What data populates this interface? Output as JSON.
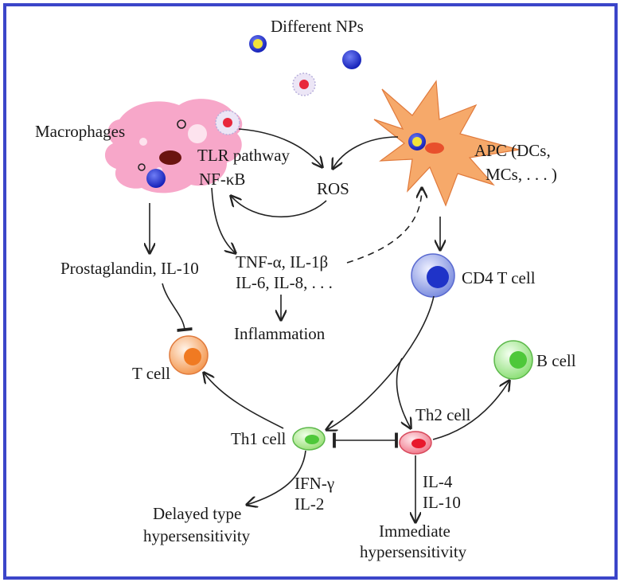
{
  "nanoparticles": {
    "label": "Different NPs"
  },
  "macrophage": {
    "label": "Macrophages",
    "pathway_line1": "TLR pathway",
    "pathway_line2": "NF-κB"
  },
  "apc": {
    "label_line1": "APC (DCs,",
    "label_line2": "MCs, . . . )"
  },
  "ros": {
    "label": "ROS"
  },
  "cytokines": {
    "line1": "TNF-α, IL-1β",
    "line2": "IL-6, IL-8, . . ."
  },
  "inflammation": {
    "label": "Inflammation"
  },
  "prostaglandin": {
    "label": "Prostaglandin, IL-10"
  },
  "cd4_t_cell": {
    "label": "CD4 T cell"
  },
  "t_cell": {
    "label": "T cell"
  },
  "b_cell": {
    "label": "B cell"
  },
  "th1_cell": {
    "label": "Th1 cell",
    "cytokines_line1": "IFN-γ",
    "cytokines_line2": "IL-2"
  },
  "th2_cell": {
    "label": "Th2 cell",
    "cytokines_line1": "IL-4",
    "cytokines_line2": "IL-10"
  },
  "delayed": {
    "line1": "Delayed type",
    "line2": "hypersensitivity"
  },
  "immediate": {
    "line1": "Immediate",
    "line2": "hypersensitivity"
  },
  "colors": {
    "frame": "#3b45c9",
    "macrophage": "#f7a7c9",
    "apc": "#f6a96a",
    "cd4": "#7e8fe0",
    "t_cell": "#f49a54",
    "th1": "#9be07a",
    "th2": "#f07a8c",
    "b_cell": "#8fe07a"
  }
}
